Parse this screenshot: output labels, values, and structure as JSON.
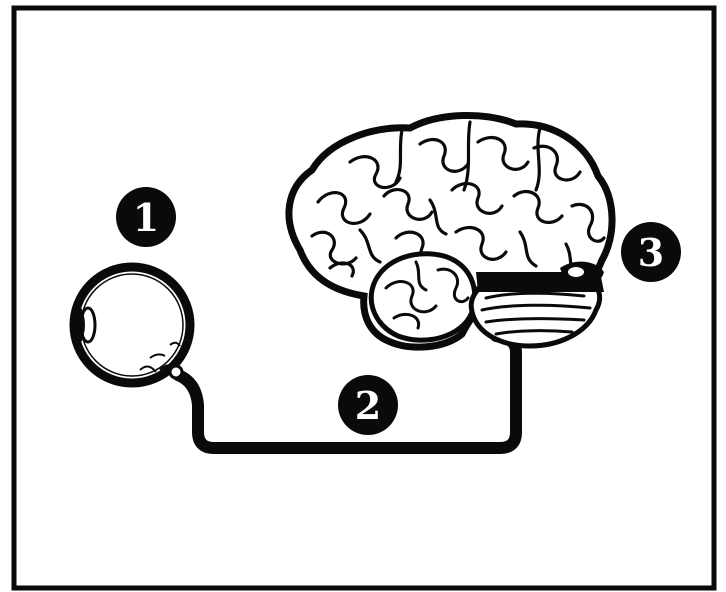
{
  "diagram": {
    "markers": [
      {
        "id": "marker-1",
        "label": "1"
      },
      {
        "id": "marker-2",
        "label": "2"
      },
      {
        "id": "marker-3",
        "label": "3"
      }
    ]
  },
  "colors": {
    "ink": "#0a0a0a",
    "paper": "#ffffff"
  },
  "icons": [
    "eyeball-icon",
    "brain-icon"
  ]
}
